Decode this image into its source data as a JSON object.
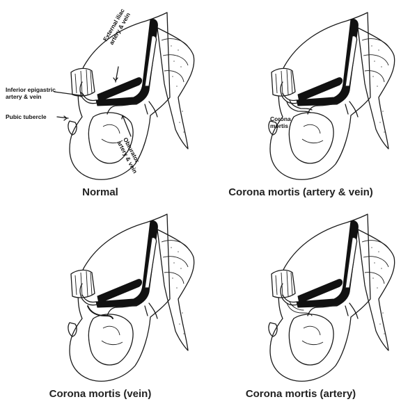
{
  "panels": [
    {
      "caption": "Normal",
      "corona": "none",
      "labels": {
        "inferior_epigastric": "Inferior epigastric\nartery & vein",
        "pubic_tubercle": "Pubic tubercle",
        "external_iliac": "External iliac\nartery & vein",
        "obturator": "Obturator\nartery & vein"
      }
    },
    {
      "caption": "Corona mortis (artery  & vein)",
      "corona": "artery-and-vein",
      "labels": {
        "corona_mortis": "Corona\nmortis"
      }
    },
    {
      "caption": "Corona mortis (vein)",
      "corona": "vein",
      "labels": {}
    },
    {
      "caption": "Corona mortis (artery)",
      "corona": "artery",
      "labels": {}
    }
  ]
}
